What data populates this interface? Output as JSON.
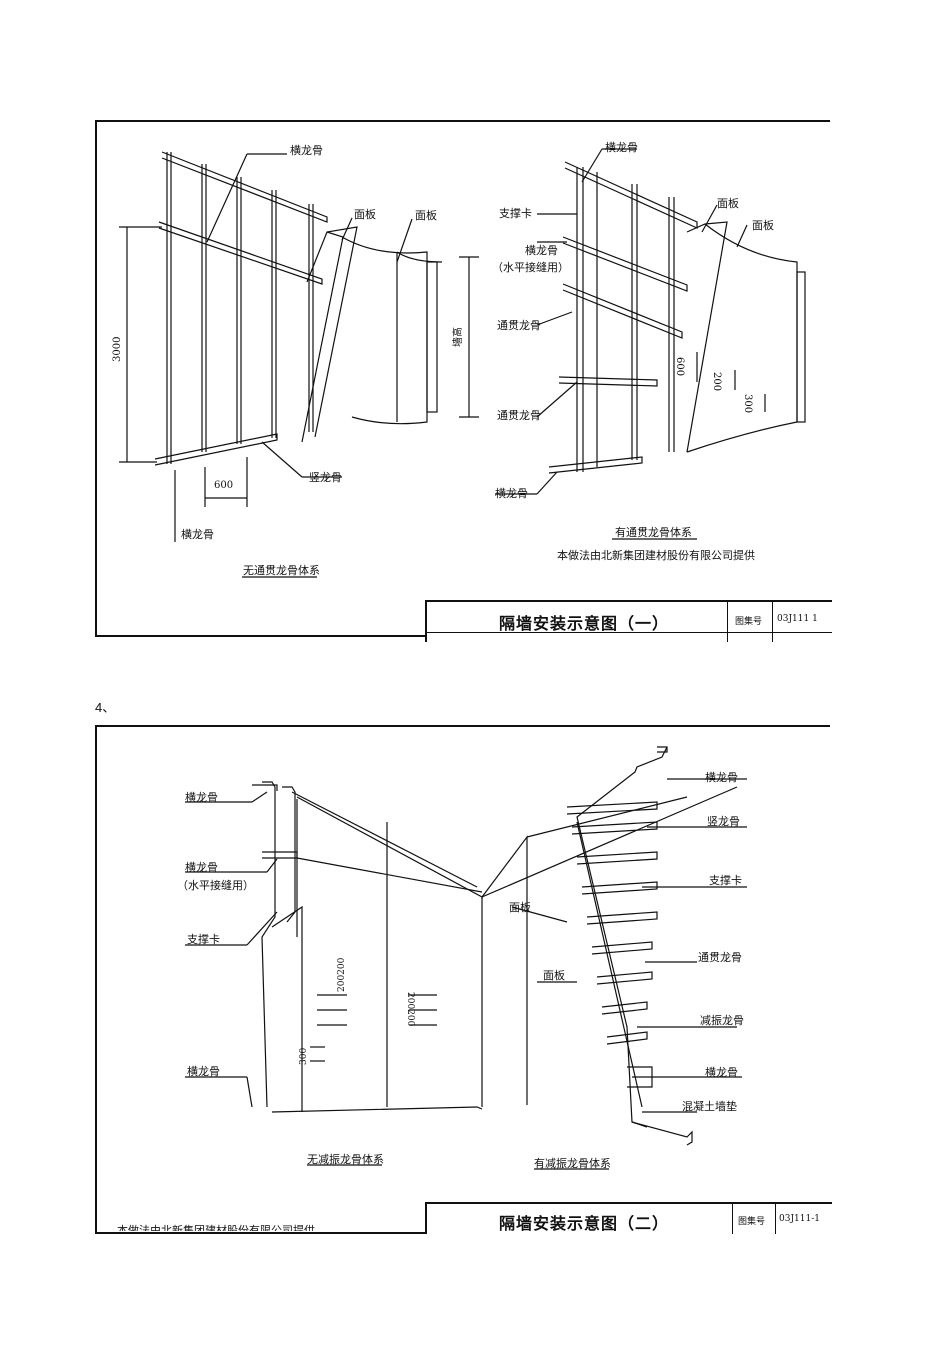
{
  "figure1": {
    "left_system": {
      "caption": "无通贯龙骨体系",
      "labels": {
        "top_track": "横龙骨",
        "panel_a": "面板",
        "panel_b": "面板",
        "stud": "竖龙骨",
        "bottom_track": "横龙骨"
      },
      "dims": {
        "height": "3000",
        "spacing": "600",
        "wall_height": "墙高"
      }
    },
    "right_system": {
      "caption": "有通贯龙骨体系",
      "credit": "本做法由北新集团建材股份有限公司提供",
      "labels": {
        "top_track": "横龙骨",
        "brace": "支撑卡",
        "horizontal_joint_track": "横龙骨",
        "horizontal_joint_note": "（水平接缝用）",
        "through_channel_1": "通贯龙骨",
        "through_channel_2": "通贯龙骨",
        "bottom_track": "横龙骨",
        "panel_a": "面板",
        "panel_b": "面板"
      },
      "dims": {
        "d600": "600",
        "d200": "200",
        "d300": "300"
      }
    },
    "title_block": {
      "title": "隔墙安装示意图（一）",
      "atlas_label": "图集号",
      "atlas_no": "03J111 1"
    }
  },
  "section_marker": "4、",
  "figure2": {
    "left_system": {
      "caption": "无减振龙骨体系",
      "labels": {
        "top_track": "横龙骨",
        "horizontal_joint_track": "横龙骨",
        "horizontal_joint_note": "（水平接缝用）",
        "brace": "支撑卡",
        "bottom_track": "横龙骨"
      },
      "dims": {
        "d200a": "200200",
        "d200b": "200200",
        "d300": "300"
      }
    },
    "right_system": {
      "caption": "有减振龙骨体系",
      "labels": {
        "top_track": "横龙骨",
        "stud": "竖龙骨",
        "brace": "支撑卡",
        "through_channel": "通贯龙骨",
        "resilient_channel": "减振龙骨",
        "bottom_track": "横龙骨",
        "curb": "混凝土墙垫",
        "panel_a": "面板",
        "panel_b": "面板"
      }
    },
    "credit_partial": "本做法由北新集团建材股份有限公司提供",
    "title_block": {
      "title": "隔墙安装示意图（二）",
      "atlas_label": "图集号",
      "atlas_no": "03J111-1"
    }
  },
  "colors": {
    "ink": "#111111",
    "paper": "#ffffff"
  }
}
